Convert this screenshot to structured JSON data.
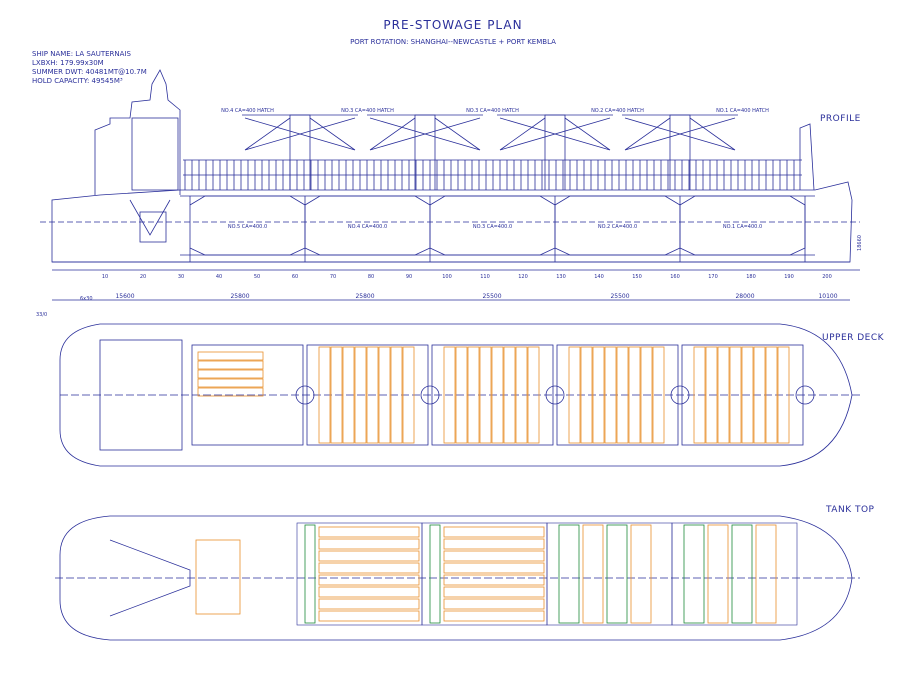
{
  "header": {
    "title": "PRE-STOWAGE PLAN",
    "subtitle": "PORT ROTATION: SHANGHAI--NEWCASTLE + PORT KEMBLA"
  },
  "ship_info": {
    "name": "SHIP NAME: LA SAUTERNAIS",
    "dimensions": "LXBXH: 179.99x30M",
    "dwt": "SUMMER DWT: 40481MT@10.7M",
    "capacity": "HOLD CAPACITY: 49545M³"
  },
  "sections": {
    "profile": "PROFILE",
    "upper_deck": "UPPER DECK",
    "tank_top": "TANK TOP"
  },
  "profile": {
    "frame_numbers": [
      "10",
      "20",
      "30",
      "40",
      "50",
      "60",
      "70",
      "80",
      "90",
      "100",
      "110",
      "120",
      "130",
      "140",
      "150",
      "160",
      "170",
      "180",
      "190",
      "200"
    ],
    "crane_labels": [
      "NO.4 CA=400 HATCH",
      "NO.3 CA=400 HATCH",
      "NO.3 CA=400 HATCH",
      "NO.2 CA=400 HATCH",
      "NO.1 CA=400 HATCH"
    ],
    "hold_labels": [
      "NO.5 CA=400.0",
      "NO.4 CA=400.0",
      "NO.3 CA=400.0",
      "NO.2 CA=400.0",
      "NO.1 CA=400.0"
    ],
    "dimensions": [
      "15600",
      "25800",
      "25800",
      "25500",
      "25500",
      "28000",
      "10100"
    ],
    "side_label": "6x30",
    "height_label": "18660",
    "station_label": "33/0"
  },
  "colors": {
    "line": "#2a2f9a",
    "cargo_orange": "#e8902c",
    "cargo_green": "#1f8a3a",
    "background": "#ffffff"
  }
}
